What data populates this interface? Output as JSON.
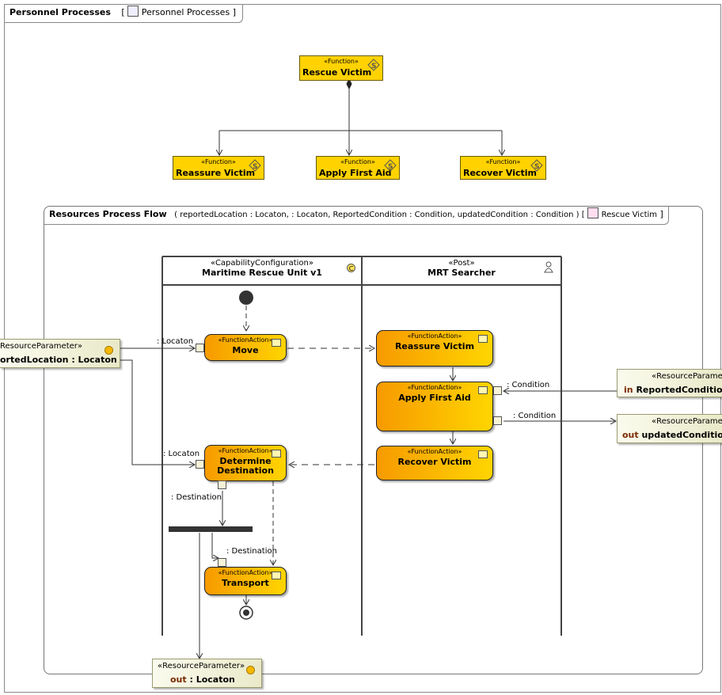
{
  "outer_frame": {
    "name": "Personnel Processes",
    "diagram_ref": "Personnel Processes"
  },
  "functions": {
    "stereotype": "«Function»",
    "parent": "Rescue Victim",
    "children": [
      "Reassure Victim",
      "Apply First Aid",
      "Recover Victim"
    ]
  },
  "activity_frame": {
    "name": "Resources Process Flow",
    "signature": "( reportedLocation : Locaton,  : Locaton, ReportedCondition : Condition, updatedCondition : Condition ) [",
    "ref": "Rescue Victim",
    "close": "]"
  },
  "lanes": [
    {
      "stereotype": "«CapabilityConfiguration»",
      "name": "Maritime Rescue Unit v1"
    },
    {
      "stereotype": "«Post»",
      "name": "MRT Searcher"
    }
  ],
  "actions": {
    "stereotype": "«FunctionAction»",
    "move": "Move",
    "determine": "Determine\nDestination",
    "transport": "Transport",
    "reassure": "Reassure Victim",
    "apply": "Apply First Aid",
    "recover": "Recover Victim"
  },
  "parameters": {
    "stereotype": "«ResourceParameter»",
    "reported_location": {
      "stereotype": "ResourceParameter»",
      "name": "ortedLocation : Locaton"
    },
    "reported_condition": {
      "stereotype": "«ResourceParame",
      "kw": "in",
      "name": "ReportedCondition :"
    },
    "updated_condition": {
      "stereotype": "«ResourceParame",
      "kw": "out",
      "name": "updatedCondition :"
    },
    "out_location": {
      "stereotype": "«ResourceParameter»",
      "kw": "out",
      "name": " : Locaton"
    }
  },
  "flow_labels": {
    "locaton1": ": Locaton",
    "locaton2": ": Locaton",
    "condition_in": ": Condition",
    "condition_out": ": Condition",
    "destination1": ": Destination",
    "destination2": ": Destination"
  },
  "colors": {
    "function_fill": "#ffd200",
    "action_gradient_start": "#f79a00",
    "action_gradient_end": "#ffd500",
    "parameter_fill": "#f3f3dc"
  }
}
